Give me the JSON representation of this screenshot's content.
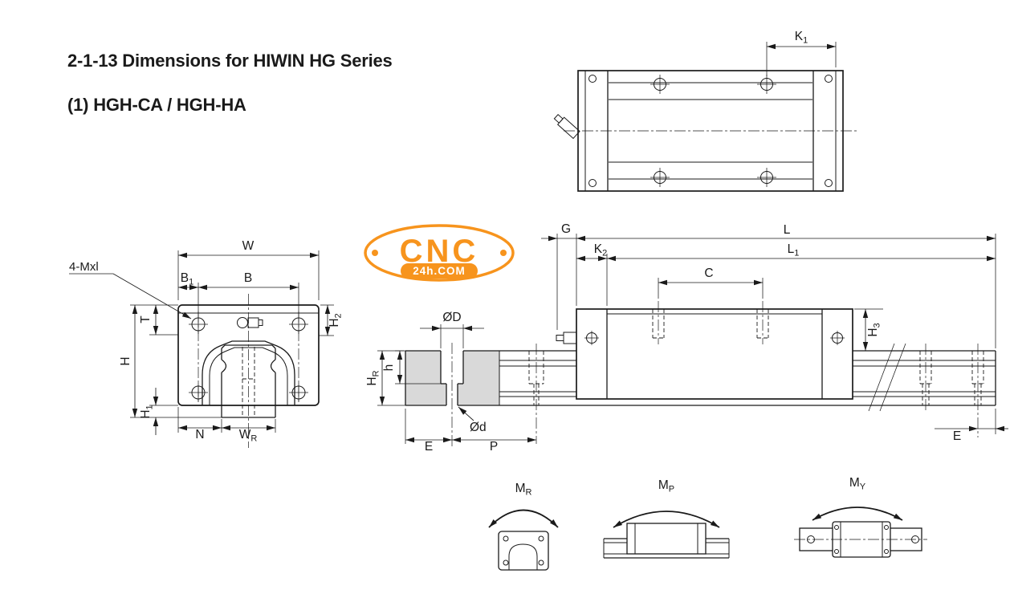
{
  "colors": {
    "accent_orange": "#f7941d",
    "line": "#1a1a1a",
    "section_gray": "#d9d9d9",
    "background": "#ffffff"
  },
  "header": {
    "title": "2-1-13 Dimensions for HIWIN HG Series",
    "subtitle": "(1) HGH-CA / HGH-HA"
  },
  "logo": {
    "name": "CNC",
    "domain": "24h.COM"
  },
  "top_view": {
    "k1": {
      "b": "K",
      "s": "1"
    }
  },
  "front_view": {
    "bolt_note": "4-Mxl",
    "w": "W",
    "b": "B",
    "b1": {
      "b": "B",
      "s": "1"
    },
    "t": "T",
    "h": "H",
    "h1": {
      "b": "H",
      "s": "1"
    },
    "h2": {
      "b": "H",
      "s": "2"
    },
    "n": "N",
    "wr": {
      "b": "W",
      "s": "R"
    }
  },
  "rail_section": {
    "bore_dia": "ØD",
    "hole_dia": "Ød",
    "bore_depth": "h",
    "rail_height": {
      "b": "H",
      "s": "R"
    },
    "edge_dist": "E",
    "pitch": "P"
  },
  "side_view": {
    "g": "G",
    "l": "L",
    "l1": {
      "b": "L",
      "s": "1"
    },
    "k2": {
      "b": "K",
      "s": "2"
    },
    "c": "C",
    "h3": {
      "b": "H",
      "s": "3"
    },
    "e": "E"
  },
  "moments": {
    "roll": {
      "b": "M",
      "s": "R"
    },
    "pitch": {
      "b": "M",
      "s": "P"
    },
    "yaw": {
      "b": "M",
      "s": "Y"
    }
  }
}
